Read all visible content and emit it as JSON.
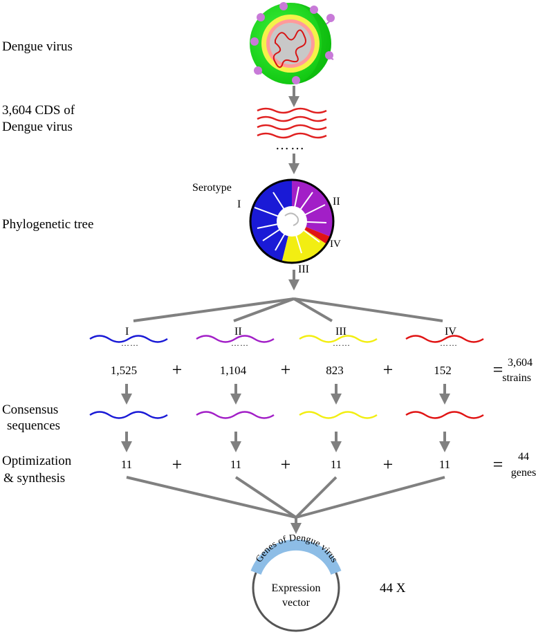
{
  "labels": {
    "virus": "Dengue virus",
    "cds_line1": "3,604 CDS of",
    "cds_line2": "Dengue virus",
    "tree": "Phylogenetic tree",
    "serotype": "Serotype",
    "consensus_line1": "Consensus",
    "consensus_line2": "sequences",
    "optim_line1": "Optimization",
    "optim_line2": "&  synthesis"
  },
  "serotypes": [
    {
      "name": "I",
      "count": "1,525",
      "genes": "11",
      "color": "#1a1ad6"
    },
    {
      "name": "II",
      "count": "1,104",
      "genes": "11",
      "color": "#a21fc7"
    },
    {
      "name": "III",
      "count": "823",
      "genes": "11",
      "color": "#f2ee12"
    },
    {
      "name": "IV",
      "count": "152",
      "genes": "11",
      "color": "#e01414"
    }
  ],
  "tree_labels": {
    "I": "I",
    "II": "II",
    "III": "III",
    "IV": "IV"
  },
  "totals": {
    "strains_value": "3,604",
    "strains_unit": "strains",
    "genes_value": "44",
    "genes_unit": "genes",
    "plus": "+",
    "equals": "="
  },
  "vector": {
    "arc_label": "Genes of Dengue virus",
    "body_line1": "Expression",
    "body_line2": "vector",
    "multiplier": "44 X"
  },
  "ellipsis": "……"
}
